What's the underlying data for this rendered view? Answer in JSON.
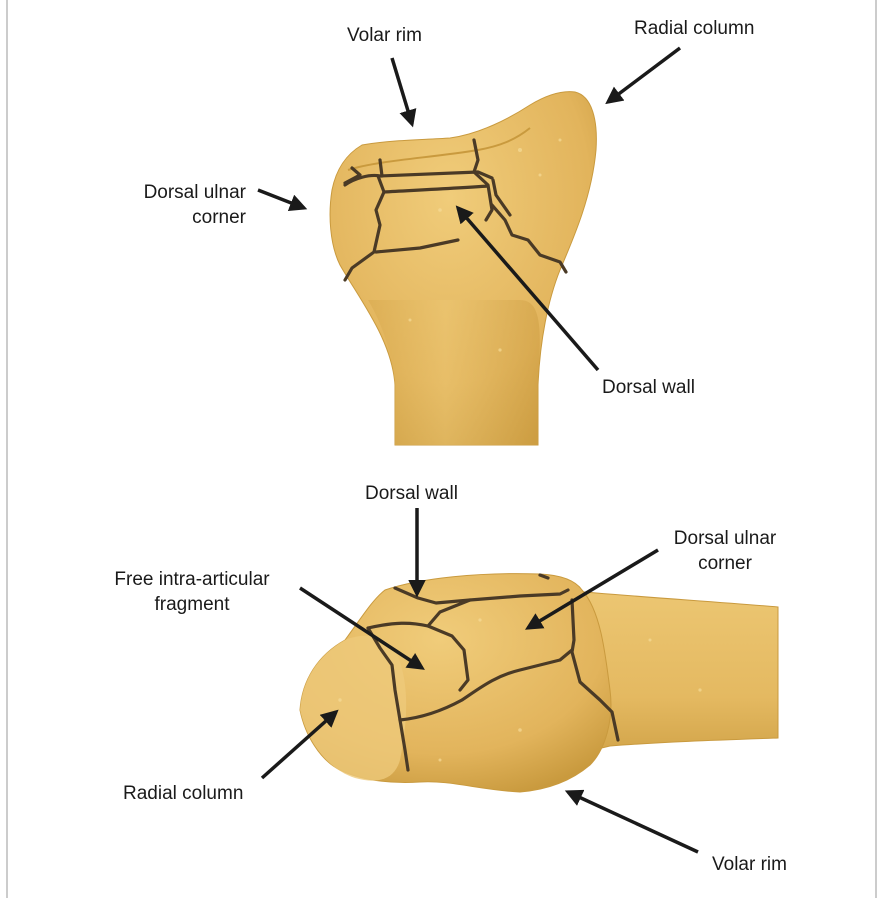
{
  "top_view": {
    "labels": {
      "volar_rim": "Volar rim",
      "radial_column": "Radial column",
      "dorsal_ulnar_corner_line1": "Dorsal ulnar",
      "dorsal_ulnar_corner_line2": "corner",
      "dorsal_wall": "Dorsal wall"
    }
  },
  "bottom_view": {
    "labels": {
      "dorsal_wall": "Dorsal wall",
      "dorsal_ulnar_corner_line1": "Dorsal ulnar",
      "dorsal_ulnar_corner_line2": "corner",
      "free_fragment_line1": "Free intra-articular",
      "free_fragment_line2": "fragment",
      "radial_column": "Radial column",
      "volar_rim": "Volar rim"
    }
  },
  "colors": {
    "bone_fill": "#e6bd66",
    "bone_shade": "#c99a3e",
    "fracture_line": "#4a3a26",
    "arrow": "#1a1a1a",
    "border": "#9a9a9a"
  }
}
